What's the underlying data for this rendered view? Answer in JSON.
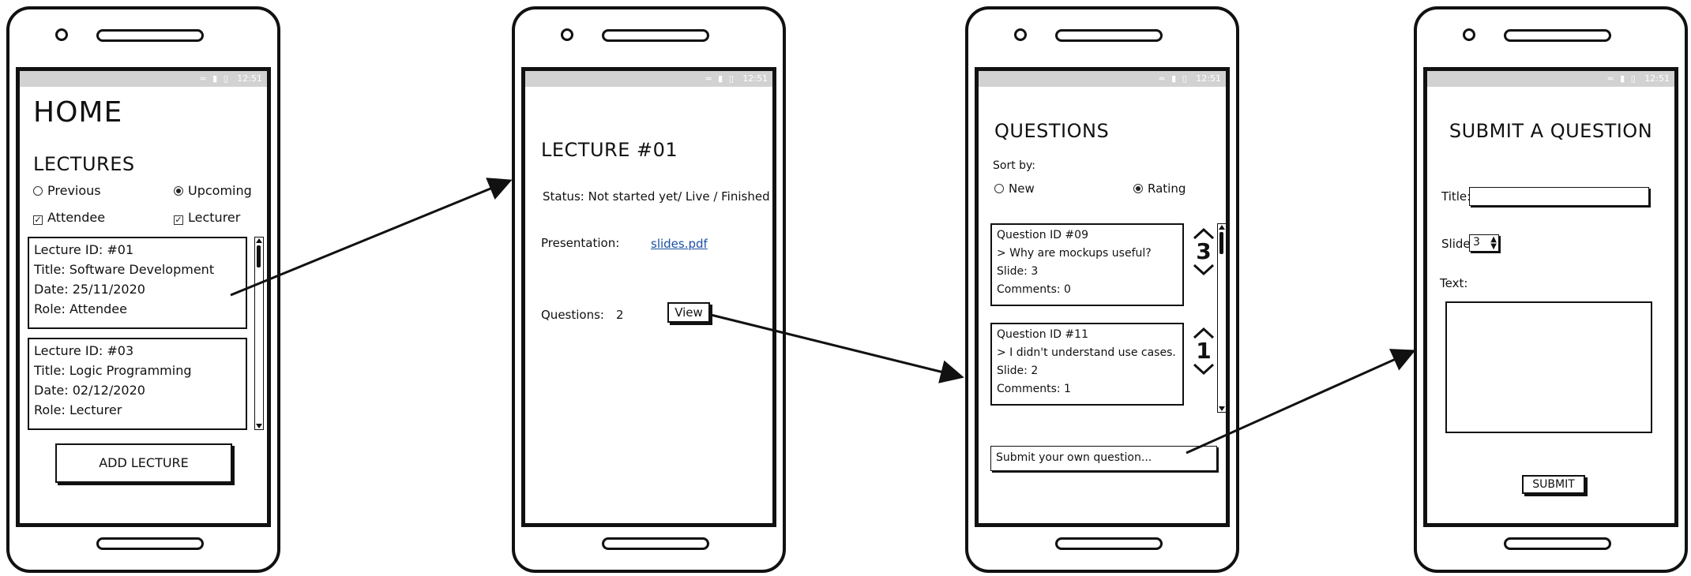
{
  "status_bar": {
    "time": "12:51",
    "icons": [
      "wifi-icon",
      "signal-icon",
      "battery-icon"
    ]
  },
  "home": {
    "title": "HOME",
    "section": "LECTURES",
    "radio_previous": "Previous",
    "radio_upcoming": "Upcoming",
    "check_attendee": "Attendee",
    "check_lecturer": "Lecturer",
    "lectures": [
      {
        "id": "Lecture ID: #01",
        "title": "Title: Software Development",
        "date": "Date: 25/11/2020",
        "role": "Role: Attendee"
      },
      {
        "id": "Lecture ID: #03",
        "title": "Title: Logic Programming",
        "date": "Date: 02/12/2020",
        "role": "Role: Lecturer"
      }
    ],
    "add_button": "ADD LECTURE"
  },
  "lecture": {
    "title": "LECTURE #01",
    "status": "Status: Not started yet/ Live / Finished",
    "presentation_label": "Presentation:",
    "presentation_link": "slides.pdf",
    "questions_label": "Questions:",
    "questions_count": "2",
    "view_button": "View"
  },
  "questions": {
    "title": "QUESTIONS",
    "sort_label": "Sort by:",
    "radio_new": "New",
    "radio_rating": "Rating",
    "items": [
      {
        "id": "Question ID #09",
        "text": "> Why are mockups useful?",
        "slide": "Slide: 3",
        "comments": "Comments: 0",
        "votes": "3"
      },
      {
        "id": "Question ID #11",
        "text": "> I didn't understand use cases.",
        "slide": "Slide: 2",
        "comments": "Comments: 1",
        "votes": "1"
      }
    ],
    "submit_placeholder": "Submit your own question..."
  },
  "submit": {
    "title": "SUBMIT A QUESTION",
    "title_label": "Title:",
    "slide_label": "Slide:",
    "slide_value": "3",
    "text_label": "Text:",
    "submit_button": "SUBMIT"
  },
  "colors": {
    "line": "#111111",
    "status_bar": "#d2d2d2",
    "link": "#1a4fa3"
  }
}
